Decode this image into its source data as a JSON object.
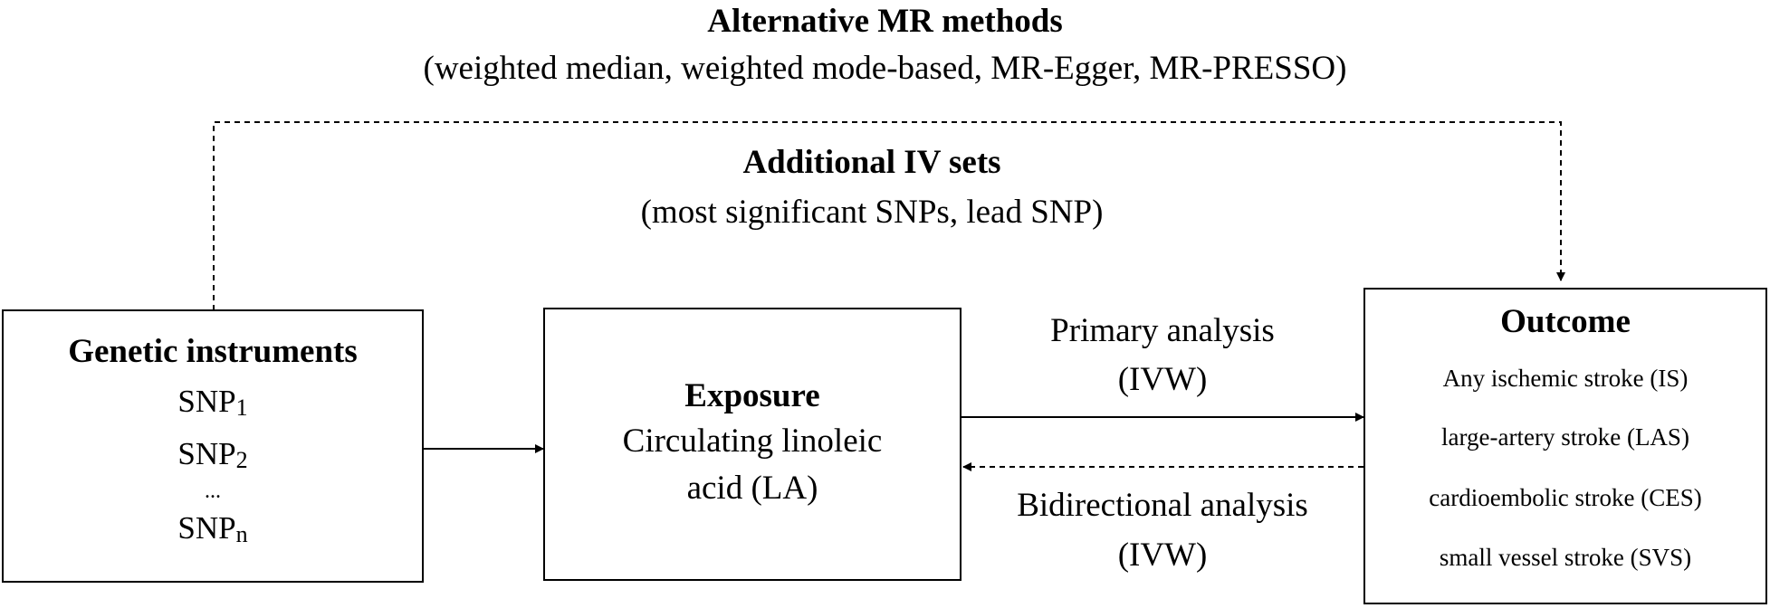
{
  "alt_methods": {
    "title": "Alternative MR methods",
    "subtitle": "(weighted median, weighted mode-based, MR-Egger, MR-PRESSO)"
  },
  "additional_iv": {
    "title": "Additional IV sets",
    "subtitle": "(most significant SNPs, lead SNP)"
  },
  "genetic": {
    "title": "Genetic instruments",
    "snps": [
      {
        "base": "SNP",
        "sub": "1"
      },
      {
        "base": "SNP",
        "sub": "2"
      },
      {
        "base": "SNP",
        "sub": "n"
      }
    ],
    "ellipsis": "..."
  },
  "exposure": {
    "title": "Exposure",
    "line1": "Circulating linoleic",
    "line2": "acid (LA)"
  },
  "primary": {
    "line1": "Primary analysis",
    "line2": "(IVW)"
  },
  "bidirectional": {
    "line1": "Bidirectional analysis",
    "line2": "(IVW)"
  },
  "outcome": {
    "title": "Outcome",
    "items": [
      "Any ischemic stroke (IS)",
      "large-artery  stroke (LAS)",
      "cardioembolic stroke (CES)",
      "small vessel stroke (SVS)"
    ]
  }
}
